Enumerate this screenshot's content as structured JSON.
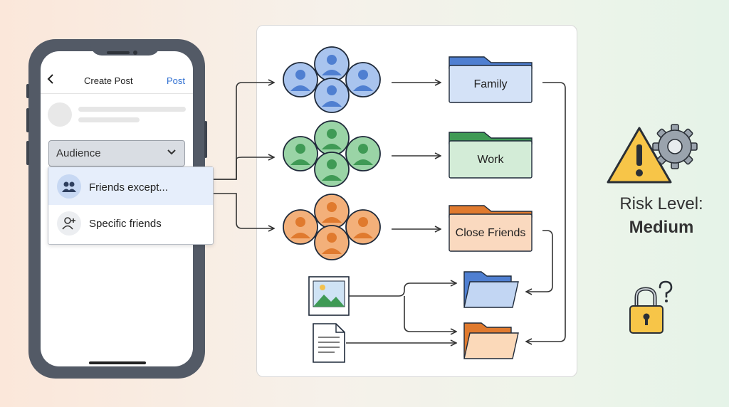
{
  "post_screen": {
    "back_icon": "chevron-left-icon",
    "title": "Create Post",
    "post_action": "Post",
    "audience_label": "Audience",
    "audience_chevron": "chevron-down-icon",
    "options": [
      {
        "label": "Friends except...",
        "icon": "people-icon",
        "selected": true
      },
      {
        "label": "Specific friends",
        "icon": "person-add-icon",
        "selected": false
      }
    ]
  },
  "groups": [
    {
      "folder_label": "Family",
      "color": "#4f7fd1",
      "fill": "#a9c4ee",
      "folder_fill": "#d4e2f7"
    },
    {
      "folder_label": "Work",
      "color": "#3f9a55",
      "fill": "#9ad4a6",
      "folder_fill": "#d3ecd7"
    },
    {
      "folder_label": "Close Friends",
      "color": "#e07a2e",
      "fill": "#f3b07a",
      "folder_fill": "#fad9bf"
    }
  ],
  "content_icons": [
    "image-icon",
    "document-icon"
  ],
  "risk": {
    "title": "Risk Level:",
    "value": "Medium",
    "icons": [
      "warning-icon",
      "gear-icon",
      "padlock-question-icon"
    ]
  }
}
